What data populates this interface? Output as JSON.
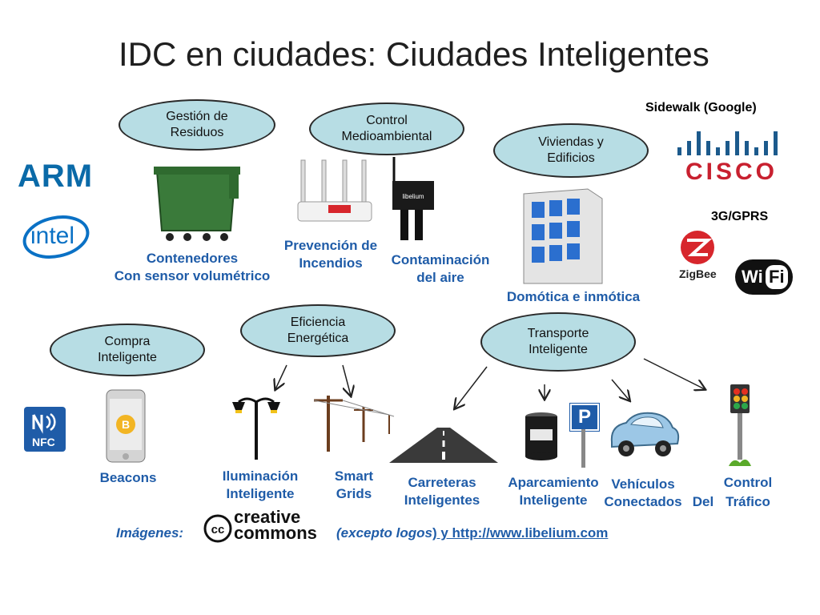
{
  "title": "IDC en ciudades:  Ciudades Inteligentes",
  "bubbles": {
    "residuos": "Gestión de\nResiduos",
    "medioambiental": "Control\nMedioambiental",
    "viviendas": "Viviendas y\nEdificios",
    "eficiencia": "Eficiencia\nEnergética",
    "compra": "Compra\nInteligente",
    "transporte": "Transporte\nInteligente"
  },
  "labels": {
    "contenedores": "Contenedores\nCon sensor volumétrico",
    "incendios": "Prevención de\nIncendios",
    "contaminacion": "Contaminación\ndel aire",
    "domotica": "Domótica e inmótica",
    "beacons": "Beacons",
    "iluminacion": "Iluminación\nInteligente",
    "smartgrids": "Smart\nGrids",
    "carreteras": "Carreteras\nInteligentes",
    "aparcamiento": "Aparcamiento\nInteligente",
    "vehiculos": "Vehículos\nConectados",
    "trafico_control": "Control",
    "trafico_del": "Del",
    "trafico": "Tráfico"
  },
  "companies": {
    "sidewalk": "Sidewalk (Google)",
    "gprs": "3G/GPRS",
    "arm": "ARM",
    "intel": "intel",
    "cisco": "CISCO",
    "zigbee": "ZigBee",
    "wifi_wi": "Wi",
    "wifi_fi": "Fi",
    "nfc": "NFC",
    "libelium": "libelium",
    "parking_sign": "P"
  },
  "credits": {
    "imagenes": "Imágenes:",
    "cc_line1": "creative",
    "cc_line2": "commons",
    "cc_mark": "cc",
    "excepto": "(excepto logos",
    "link": ") y http://www.libelium.com"
  },
  "colors": {
    "bubble_fill": "#b7dde4",
    "label_blue": "#1f5ca8",
    "arm_blue": "#0a6aa8",
    "intel_blue": "#0a71c5",
    "cisco_blue": "#1c5a8c",
    "cisco_red": "#c8202f",
    "zigbee_red": "#d7262c"
  }
}
